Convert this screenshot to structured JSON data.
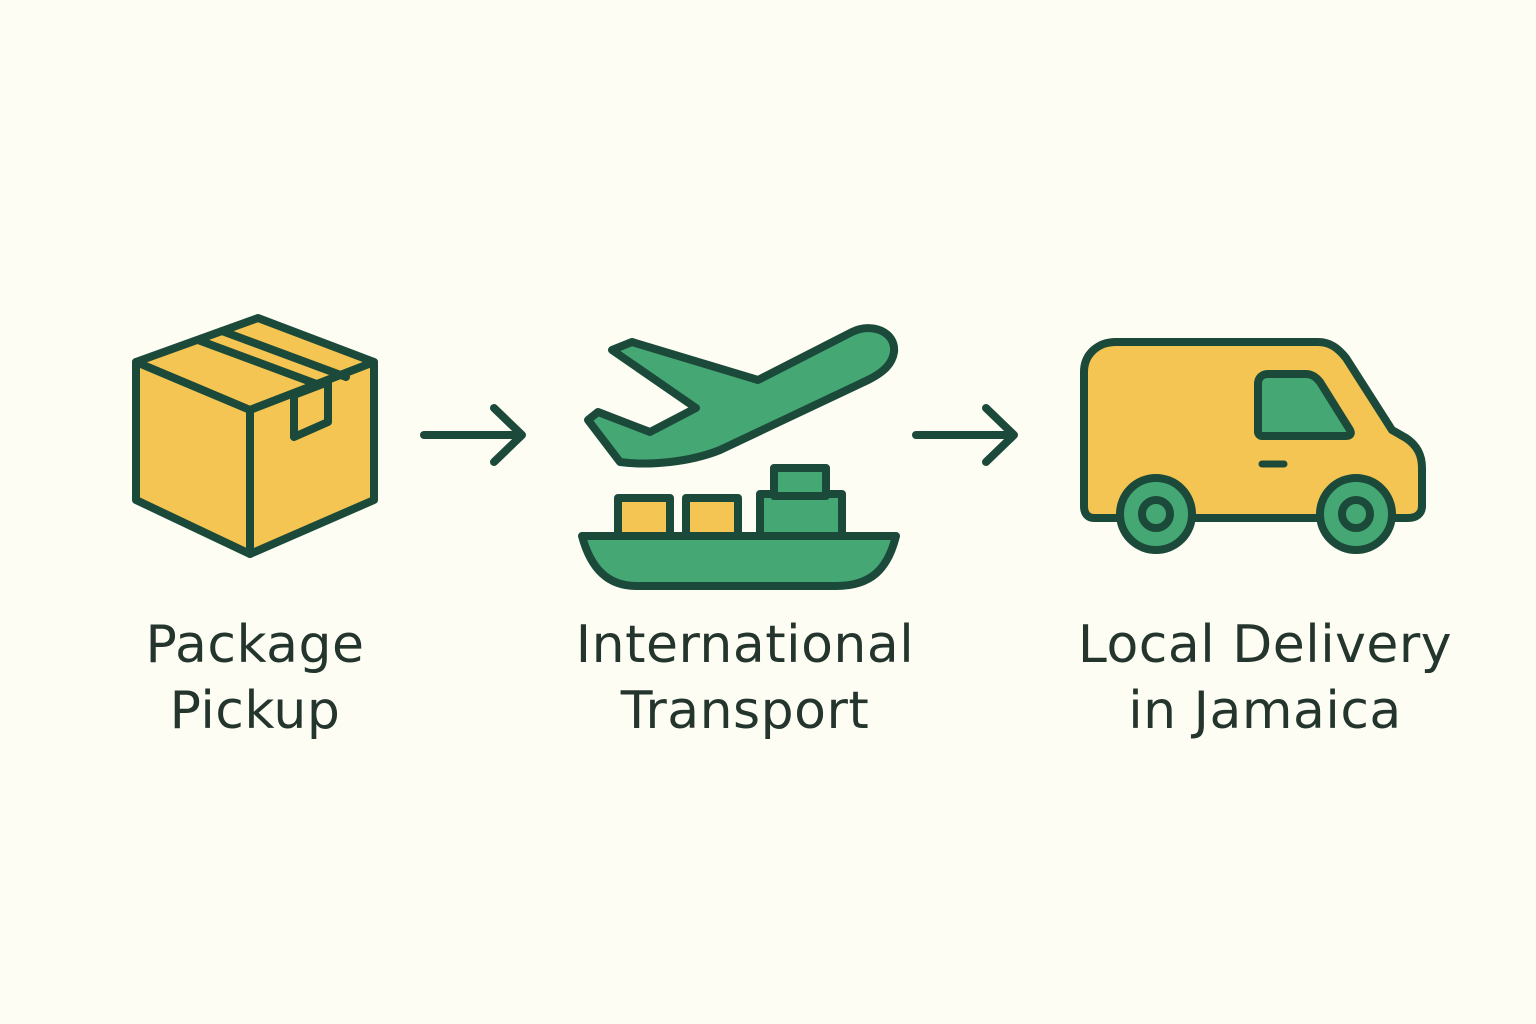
{
  "colors": {
    "background": "#fdfdf3",
    "outline": "#1c4a3a",
    "yellow": "#f4c553",
    "green": "#45a874",
    "text": "#24352d"
  },
  "steps": [
    {
      "icon": "package-box-icon",
      "label_line1": "Package",
      "label_line2": "Pickup"
    },
    {
      "icon": "airplane-and-ship-icon",
      "label_line1": "International",
      "label_line2": "Transport"
    },
    {
      "icon": "delivery-van-icon",
      "label_line1": "Local Delivery",
      "label_line2": "in Jamaica"
    }
  ],
  "connectors": [
    "arrow-right-icon",
    "arrow-right-icon"
  ]
}
